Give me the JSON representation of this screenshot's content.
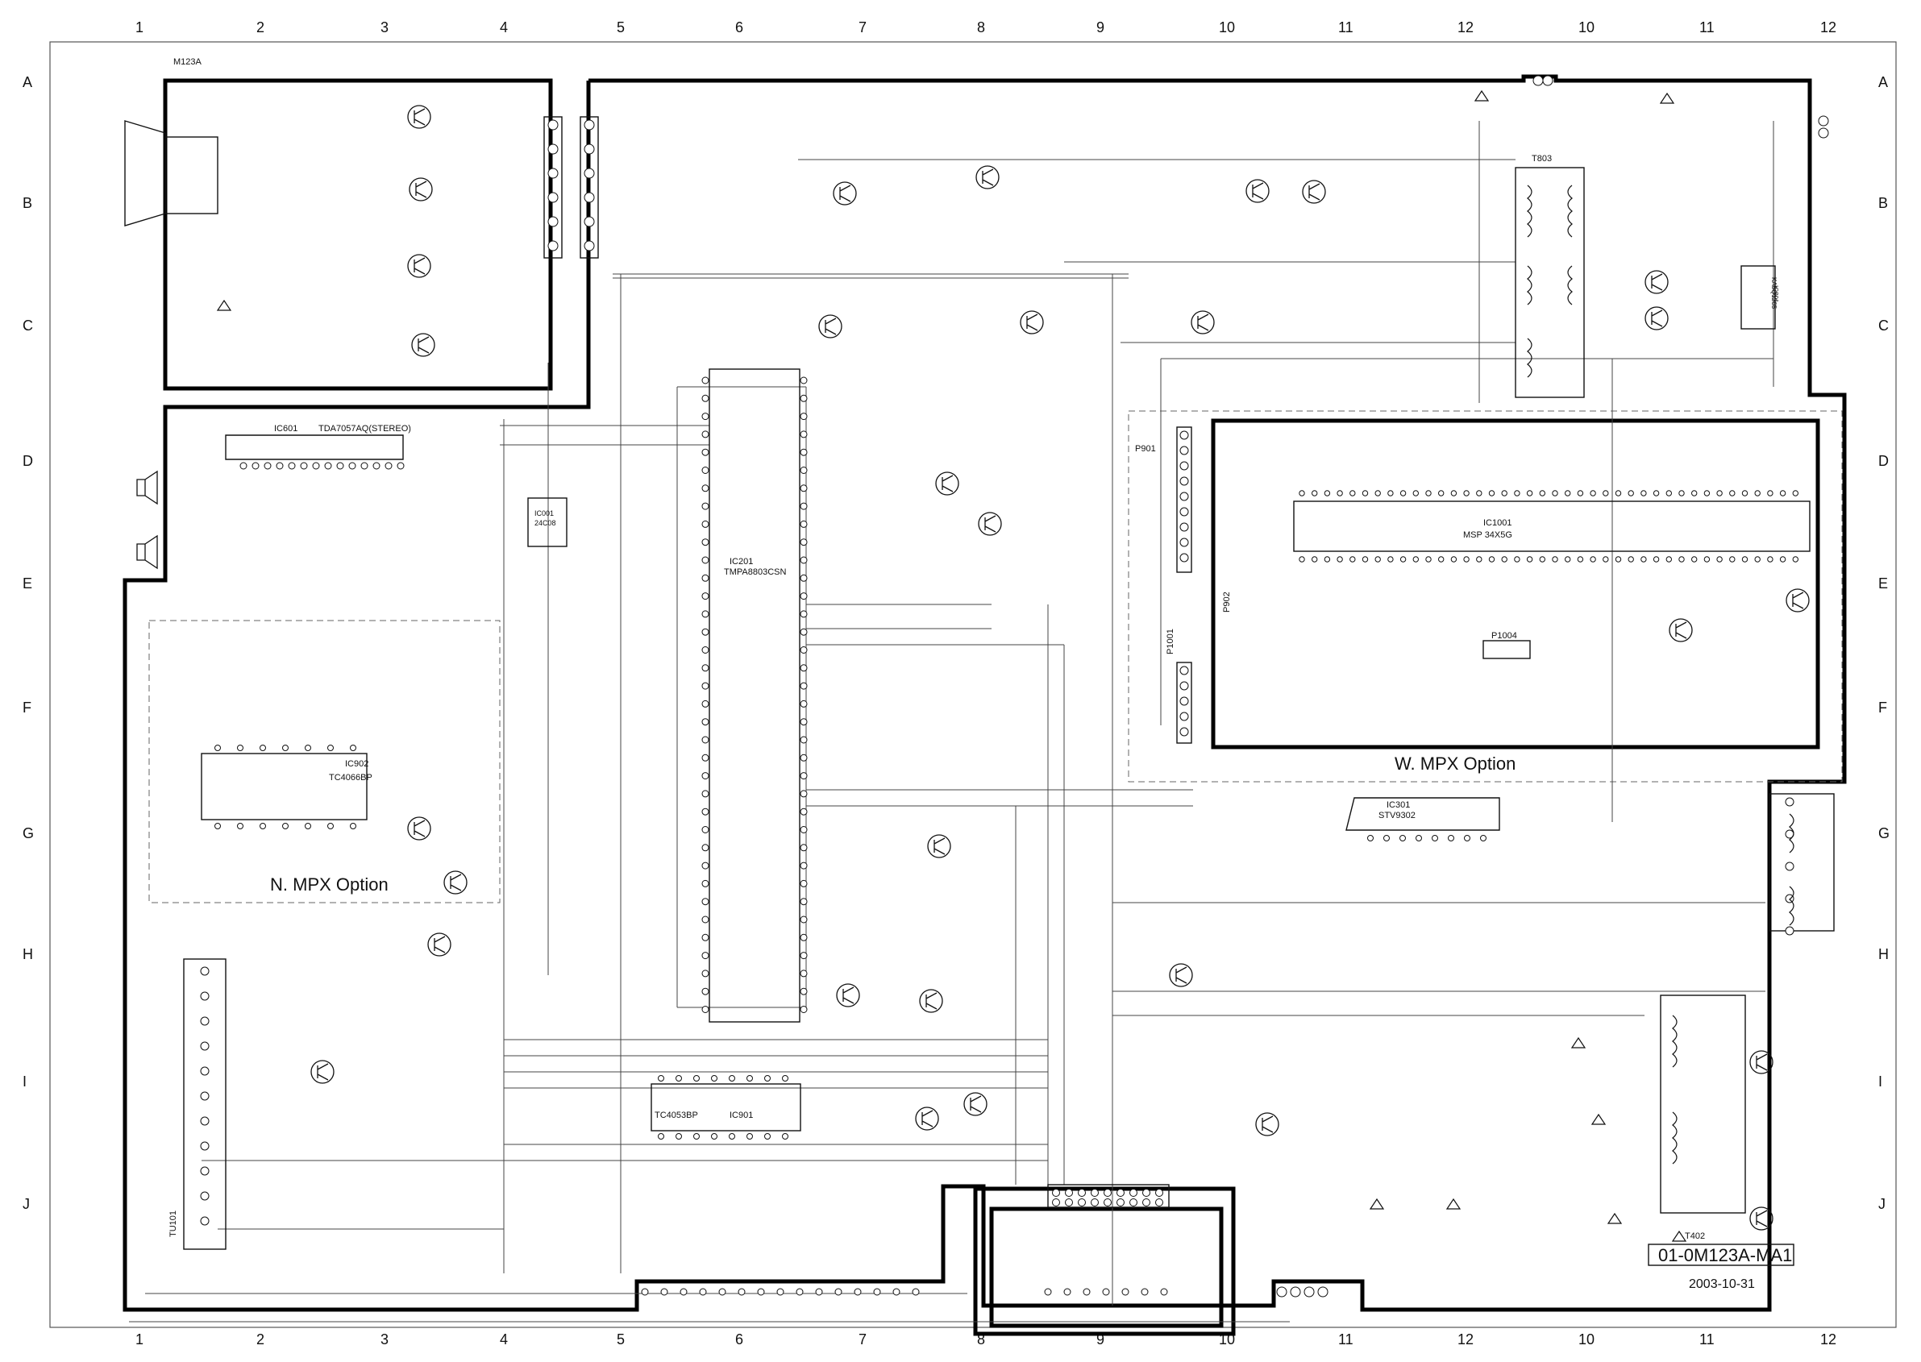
{
  "grid": {
    "columns": [
      "1",
      "2",
      "3",
      "4",
      "5",
      "6",
      "7",
      "8",
      "9",
      "10",
      "11",
      "12",
      "10",
      "11",
      "12"
    ],
    "rows": [
      "A",
      "B",
      "C",
      "D",
      "E",
      "F",
      "G",
      "H",
      "I",
      "J"
    ]
  },
  "board_top_label": "M123A",
  "sections": {
    "nmpx": "N. MPX Option",
    "wmpx": "W. MPX Option"
  },
  "ics": {
    "ic601": {
      "ref": "IC601",
      "part": "TDA7057AQ(STEREO)"
    },
    "ic201": {
      "ref": "IC201",
      "part": "TMPA8803CSN"
    },
    "ic902": {
      "ref": "IC902",
      "part": "TC4066BP"
    },
    "ic001": {
      "ref": "IC001",
      "part": "24C08"
    },
    "ic901": {
      "ref": "IC901",
      "part": "TC4053BP"
    },
    "ic301": {
      "ref": "IC301",
      "part": "STV9302"
    },
    "ic1001": {
      "ref": "IC1001",
      "part": "MSP 34X5G"
    },
    "ic801": {
      "ref": "IC801",
      "part": "KA5Q1265"
    }
  },
  "transformers": {
    "t803": "T803",
    "t402": "T402"
  },
  "tuner": "TU101",
  "connectors": {
    "p901": "P901",
    "p902": "P902",
    "p1004": "P1004",
    "p1001": "P1001"
  },
  "title_block": {
    "doc_id": "01-0M123A-MA1",
    "date": "2003-10-31"
  }
}
